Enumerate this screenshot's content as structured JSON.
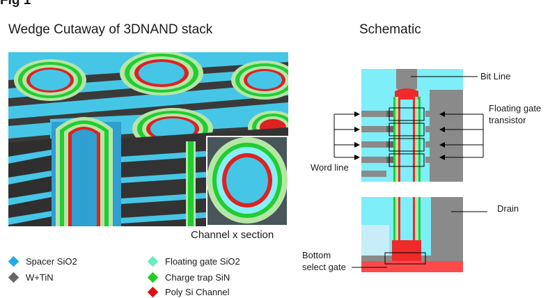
{
  "figure": {
    "label": "Fig 1"
  },
  "wedge": {
    "title": "Wedge Cutaway of 3DNAND stack",
    "inset_caption": "Channel x section"
  },
  "schematic": {
    "title": "Schematic",
    "labels": {
      "bit_line": "Bit Line",
      "floating_gate_1": "Floating gate",
      "floating_gate_2": "transistor",
      "word_line": "Word line",
      "drain": "Drain",
      "bottom_select_1": "Bottom",
      "bottom_select_2": "select gate"
    }
  },
  "legend": {
    "items": [
      {
        "label": "Spacer SiO2",
        "color": "#22aaee"
      },
      {
        "label": "W+TiN",
        "color": "#666666"
      },
      {
        "label": "Floating gate SiO2",
        "color": "#66eebb"
      },
      {
        "label": "Charge trap SiN",
        "color": "#22cc22"
      },
      {
        "label": "Poly Si Channel",
        "color": "#dd1111"
      }
    ]
  },
  "colors": {
    "spacer": "#44c8e8",
    "spacer_light": "#88eef8",
    "tungsten": "#8a8a8a",
    "oxide": "#b6e6a6",
    "trap": "#22cc33",
    "channel": "#dd2222",
    "dark": "#3c3c3c"
  }
}
